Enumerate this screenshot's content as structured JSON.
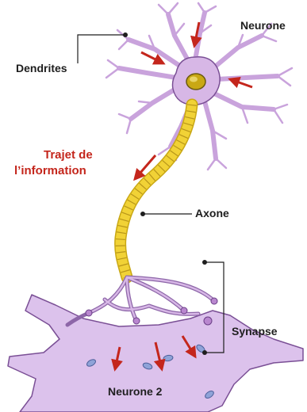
{
  "labels": {
    "neurone": "Neurone",
    "dendrites": "Dendrites",
    "trajet_line1": "Trajet de",
    "trajet_line2": "l’information",
    "axone": "Axone",
    "synapse": "Synapse",
    "neurone2": "Neurone 2"
  },
  "colors": {
    "cell_fill": "#d7b7e6",
    "cell_stroke": "#7a4f95",
    "axon": "#f1d236",
    "nucleus": "#c9a814",
    "arrow": "#c4261c",
    "text": "#1e1e1e",
    "vesicle": "#8fa3d8"
  }
}
